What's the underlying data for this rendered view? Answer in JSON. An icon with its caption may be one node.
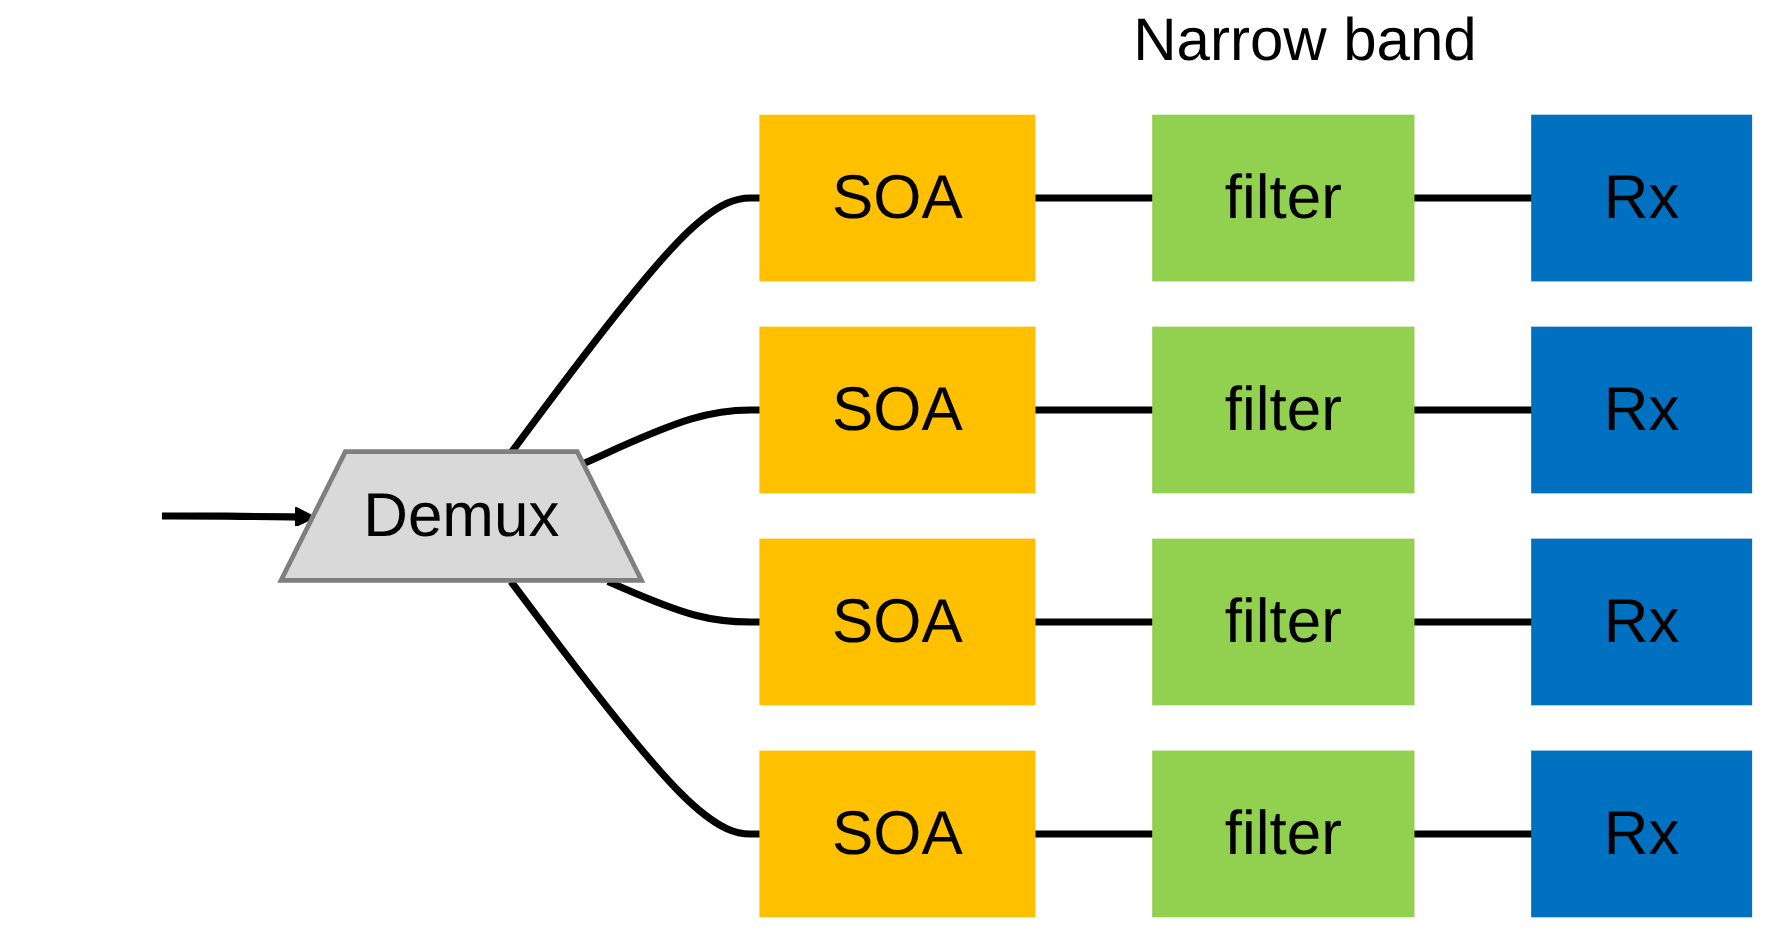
{
  "diagram": {
    "nodes": [
      {
        "text": [
          "Demux"
        ]
      },
      {
        "text": [
          "SOA"
        ]
      },
      {
        "text": [
          "filter"
        ]
      },
      {
        "text": [
          "Rx"
        ]
      },
      {
        "text": [
          "SOA"
        ]
      },
      {
        "text": [
          "filter"
        ]
      },
      {
        "text": [
          "Rx"
        ]
      },
      {
        "text": [
          "SOA"
        ]
      },
      {
        "text": [
          "filter"
        ]
      },
      {
        "text": [
          "Rx"
        ]
      },
      {
        "text": [
          "SOA"
        ]
      },
      {
        "text": [
          "filter"
        ]
      },
      {
        "text": [
          "Rx"
        ]
      }
    ],
    "edges": [
      {
        "from": null,
        "to": 0,
        "arrow": "to"
      },
      {
        "from": 0,
        "to": 1,
        "arrow": "none"
      },
      {
        "from": 1,
        "to": 2,
        "arrow": "none"
      },
      {
        "from": 2,
        "to": 3,
        "arrow": "none"
      },
      {
        "from": 0,
        "to": 4,
        "arrow": "none"
      },
      {
        "from": 4,
        "to": 5,
        "arrow": "none"
      },
      {
        "from": 5,
        "to": 6,
        "arrow": "none"
      },
      {
        "from": 0,
        "to": 7,
        "arrow": "none"
      },
      {
        "from": 7,
        "to": 8,
        "arrow": "none"
      },
      {
        "from": 8,
        "to": 9,
        "arrow": "none"
      },
      {
        "from": 0,
        "to": 10,
        "arrow": "none"
      },
      {
        "from": 10,
        "to": 11,
        "arrow": "none"
      },
      {
        "from": 11,
        "to": 12,
        "arrow": "none"
      }
    ],
    "labels": [
      "Narrow band"
    ]
  }
}
